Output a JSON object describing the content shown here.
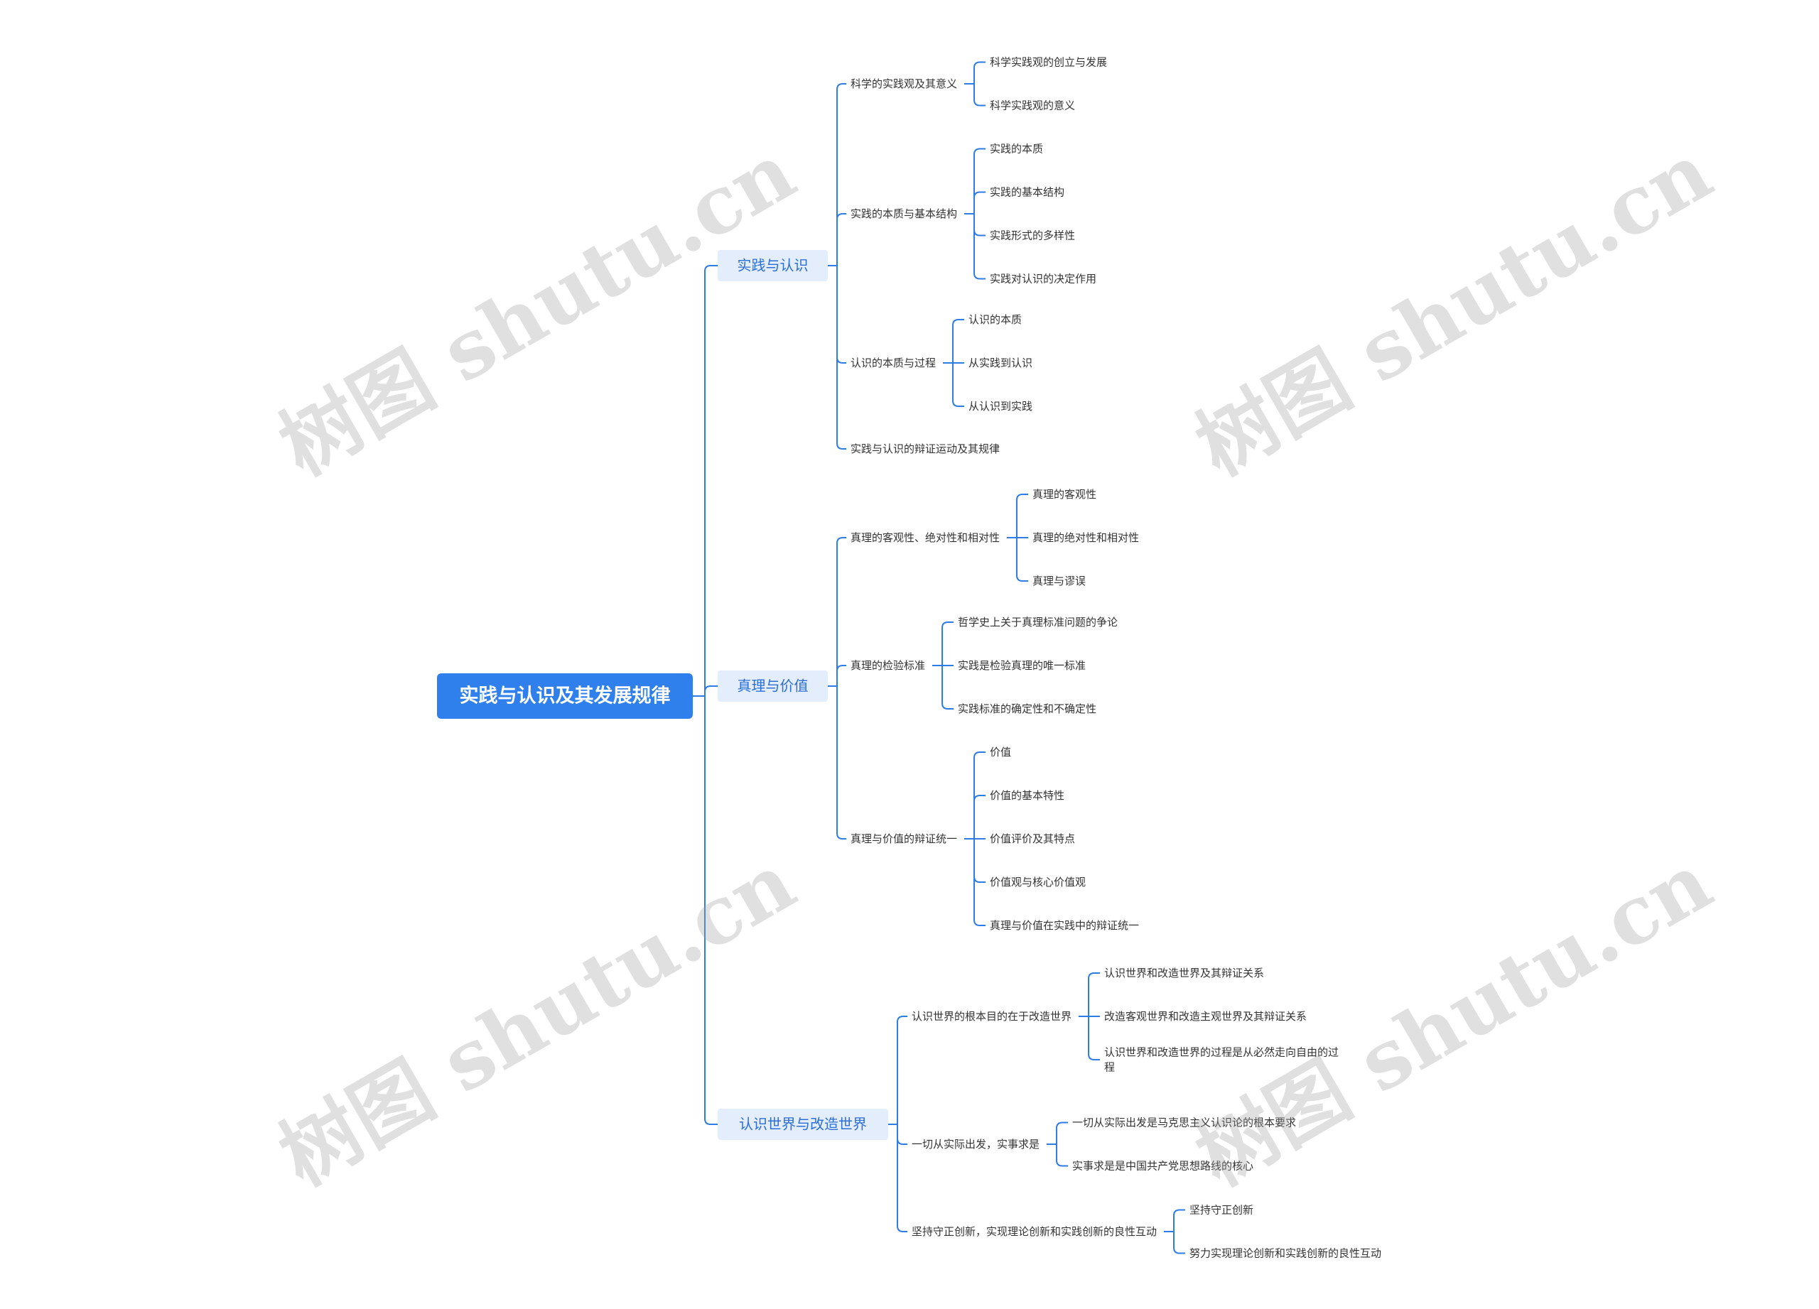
{
  "theme": {
    "line_color": "#2e7de6",
    "root_fill": "#2f80ed",
    "root_text": "#ffffff",
    "branch_fill": "#e3edfb",
    "branch_text": "#2b6fd6",
    "leaf_text": "#333333"
  },
  "watermark": "树图 shutu.cn",
  "mindmap": {
    "root": "实践与认识及其发展规律",
    "branches": [
      {
        "label": "实践与认识",
        "children": [
          {
            "label": "科学的实践观及其意义",
            "children": [
              "科学实践观的创立与发展",
              "科学实践观的意义"
            ]
          },
          {
            "label": "实践的本质与基本结构",
            "children": [
              "实践的本质",
              "实践的基本结构",
              "实践形式的多样性",
              "实践对认识的决定作用"
            ]
          },
          {
            "label": "认识的本质与过程",
            "children": [
              "认识的本质",
              "从实践到认识",
              "从认识到实践"
            ]
          },
          {
            "label": "实践与认识的辩证运动及其规律",
            "children": []
          }
        ]
      },
      {
        "label": "真理与价值",
        "children": [
          {
            "label": "真理的客观性、绝对性和相对性",
            "children": [
              "真理的客观性",
              "真理的绝对性和相对性",
              "真理与谬误"
            ]
          },
          {
            "label": "真理的检验标准",
            "children": [
              "哲学史上关于真理标准问题的争论",
              "实践是检验真理的唯一标准",
              "实践标准的确定性和不确定性"
            ]
          },
          {
            "label": "真理与价值的辩证统一",
            "children": [
              "价值",
              "价值的基本特性",
              "价值评价及其特点",
              "价值观与核心价值观",
              "真理与价值在实践中的辩证统一"
            ]
          }
        ]
      },
      {
        "label": "认识世界与改造世界",
        "children": [
          {
            "label": "认识世界的根本目的在于改造世界",
            "children": [
              "认识世界和改造世界及其辩证关系",
              "改造客观世界和改造主观世界及其辩证关系",
              "认识世界和改造世界的过程是从必然走向自由的过程"
            ]
          },
          {
            "label": "一切从实际出发，实事求是",
            "children": [
              "一切从实际出发是马克思主义认识论的根本要求",
              "实事求是是中国共产党思想路线的核心"
            ]
          },
          {
            "label": "坚持守正创新，实现理论创新和实践创新的良性互动",
            "children": [
              "坚持守正创新",
              "努力实现理论创新和实践创新的良性互动"
            ]
          }
        ]
      }
    ]
  }
}
